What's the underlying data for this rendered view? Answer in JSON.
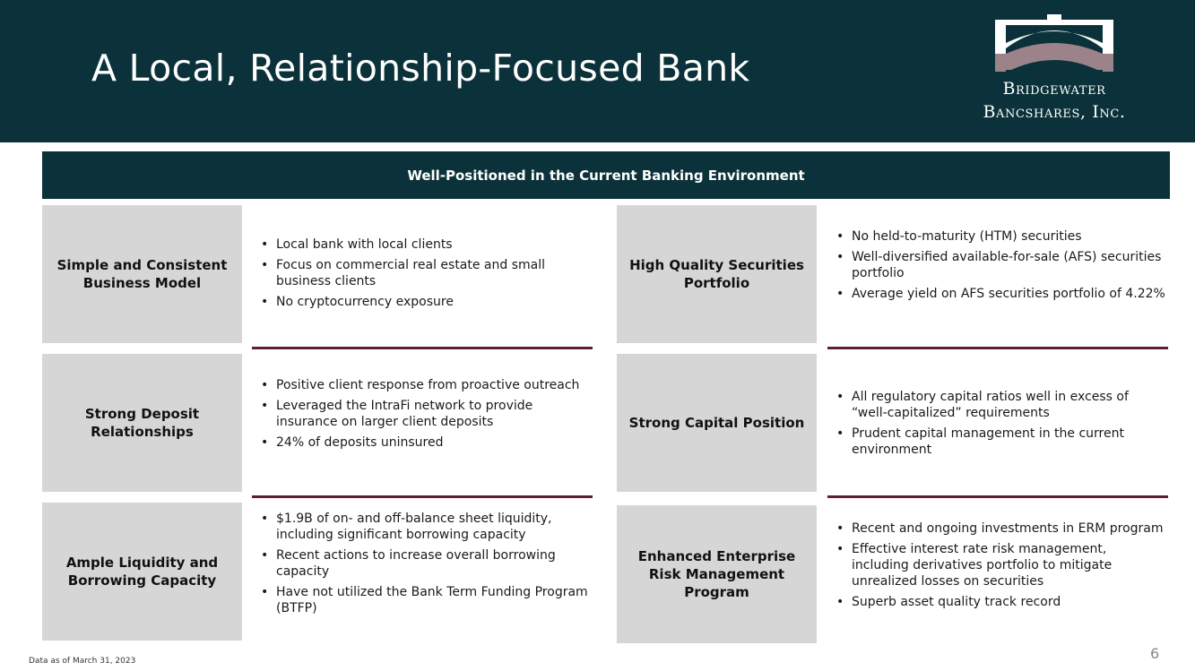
{
  "header": {
    "title": "A Local, Relationship-Focused Bank",
    "logo_line1": "Bridgewater",
    "logo_line2": "Bancshares, Inc."
  },
  "banner": "Well-Positioned in the Current Banking Environment",
  "sections": [
    {
      "label": "Simple and Consistent Business Model",
      "bullets": [
        "Local bank with local clients",
        "Focus on commercial real estate and small business clients",
        "No cryptocurrency exposure"
      ]
    },
    {
      "label": "High Quality Securities Portfolio",
      "bullets": [
        "No held-to-maturity (HTM) securities",
        "Well-diversified available-for-sale (AFS) securities portfolio",
        "Average yield on AFS securities portfolio of 4.22%"
      ]
    },
    {
      "label": "Strong Deposit Relationships",
      "bullets": [
        "Positive client response from proactive outreach",
        "Leveraged the IntraFi network to provide insurance on larger client deposits",
        "24% of deposits uninsured"
      ]
    },
    {
      "label": "Strong Capital Position",
      "bullets": [
        "All regulatory capital ratios well in excess of “well-capitalized” requirements",
        "Prudent capital management in the current environment"
      ]
    },
    {
      "label": "Ample Liquidity and Borrowing Capacity",
      "bullets": [
        "$1.9B of on- and off-balance sheet liquidity, including significant borrowing capacity",
        "Recent actions to increase overall borrowing capacity",
        "Have not utilized the Bank Term Funding Program (BTFP)"
      ]
    },
    {
      "label": "Enhanced Enterprise Risk Management Program",
      "bullets": [
        "Recent and ongoing investments in ERM program",
        "Effective interest rate risk management, including derivatives portfolio to mitigate unrealized losses on securities",
        "Superb asset quality track record"
      ]
    }
  ],
  "footnote": "Data as of March 31, 2023",
  "page_number": "6",
  "colors": {
    "header_bg": "#0b323a",
    "label_bg": "#d6d6d6",
    "divider": "#5a2136"
  }
}
